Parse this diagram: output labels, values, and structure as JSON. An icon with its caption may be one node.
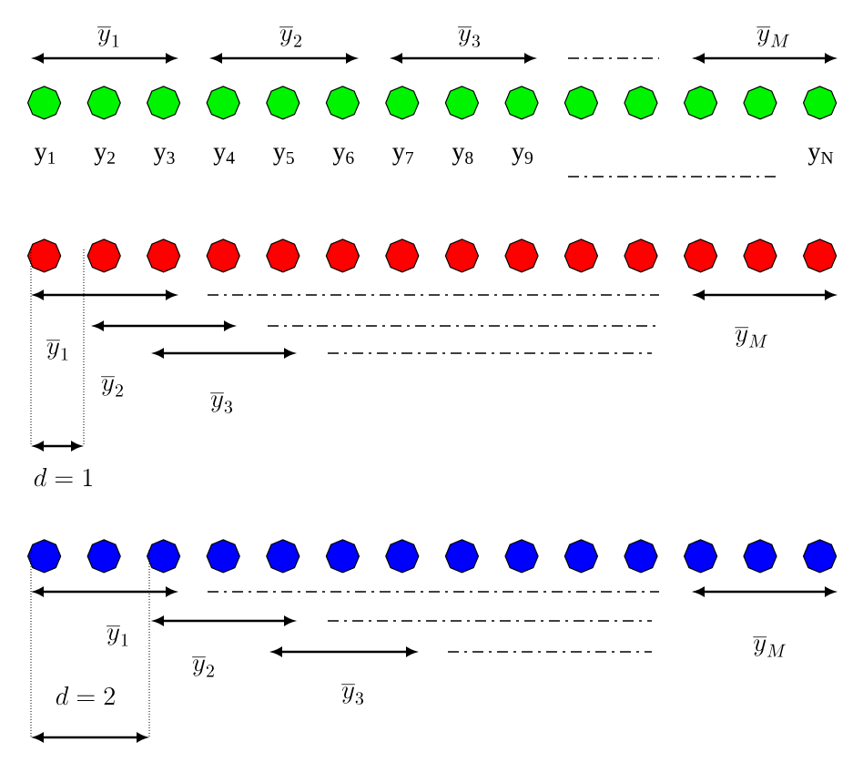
{
  "diagram": {
    "labels": [
      "\\overline{y}_{1}",
      "\\overline{y}_{2}",
      "\\overline{y}_{3}",
      "\\overline{y}_{M}",
      "y$_{1}$",
      "y$_{2}$",
      "y$_{3}$",
      "y$_{4}$",
      "y$_{5}$",
      "y$_{6}$",
      "y$_{7}$",
      "y$_{8}$",
      "y$_{9}$",
      "y$_{N}$",
      "\\overline{y}_{1}",
      "\\overline{y}_{M}",
      "\\overline{y}_{2}",
      "\\overline{y}_{3}",
      "d=1",
      "\\overline{y}_{1}",
      "\\overline{y}_{M}",
      "\\overline{y}_{2}",
      "d=2",
      "\\overline{y}_{3}"
    ]
  }
}
